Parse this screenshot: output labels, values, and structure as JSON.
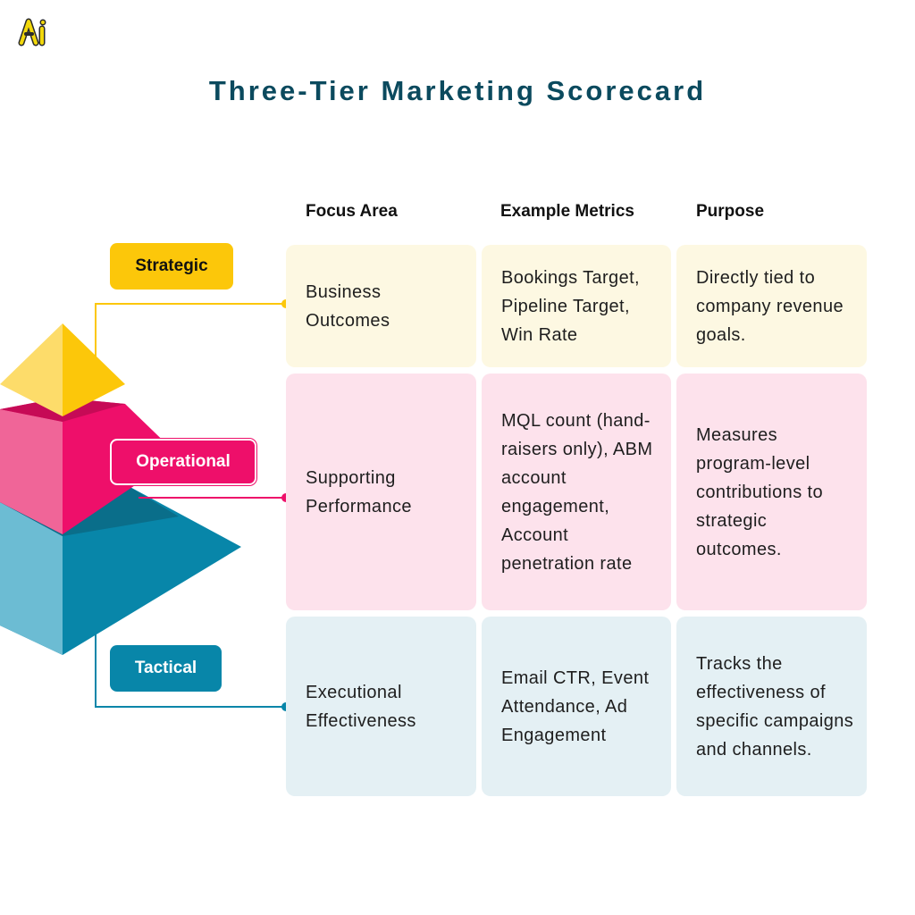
{
  "logo": {
    "icon": "ai-logo-icon",
    "text": "Ai"
  },
  "title": "Three-Tier Marketing Scorecard",
  "headers": {
    "focus": "Focus Area",
    "metrics": "Example Metrics",
    "purpose": "Purpose"
  },
  "colors": {
    "title": "#0b4a5e",
    "strategic": "#fcc70a",
    "operational": "#ee0f6a",
    "tactical": "#0886a9"
  },
  "tiers": [
    {
      "label": "Strategic",
      "focus": "Business Outcomes",
      "metrics": "Bookings Target, Pipeline Target, Win Rate",
      "purpose": "Directly tied to company revenue goals."
    },
    {
      "label": "Operational",
      "focus": "Supporting Performance",
      "metrics": "MQL count (hand-raisers only), ABM account engagement, Account penetration rate",
      "purpose": "Measures program-level contributions to strategic outcomes."
    },
    {
      "label": "Tactical",
      "focus": "Executional Effectiveness",
      "metrics": "Email CTR, Event Attendance, Ad Engagement",
      "purpose": "Tracks the effectiveness of specific campaigns and channels."
    }
  ]
}
